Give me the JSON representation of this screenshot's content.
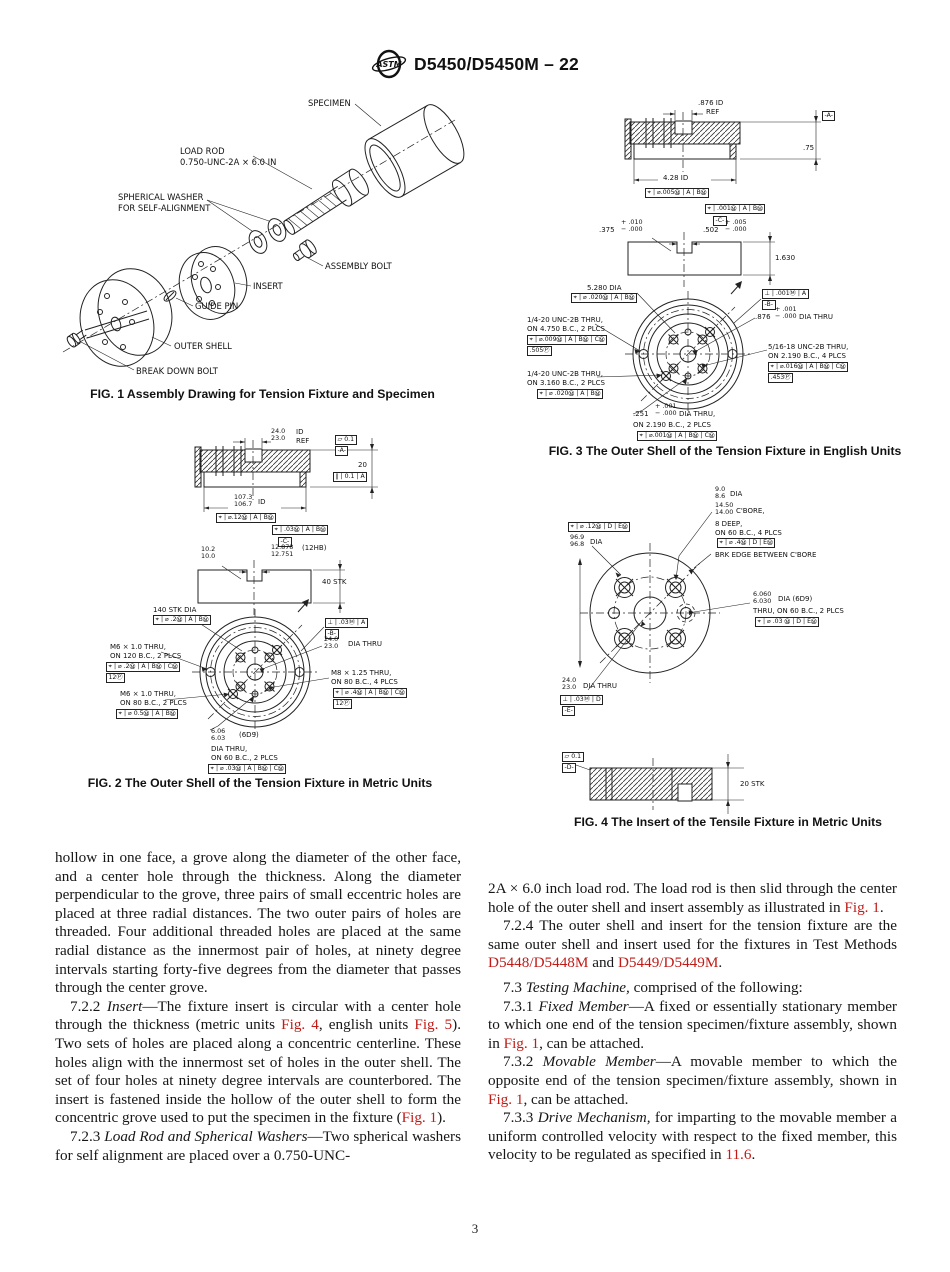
{
  "header": {
    "title": "D5450/D5450M – 22",
    "logo_text": "ASTM"
  },
  "page_number": "3",
  "fig1": {
    "caption": "FIG. 1  Assembly Drawing for Tension Fixture and Specimen",
    "labels": {
      "specimen": "SPECIMEN",
      "load_rod1": "LOAD ROD",
      "load_rod2": "0.750-UNC-2A × 6.0 IN",
      "washer1": "SPHERICAL WASHER",
      "washer2": "FOR SELF-ALIGNMENT",
      "assembly_bolt": "ASSEMBLY BOLT",
      "insert": "INSERT",
      "guide_pin": "GUIDE PIN",
      "outer_shell": "OUTER SHELL",
      "break_down_bolt": "BREAK DOWN BOLT"
    }
  },
  "fig3": {
    "caption": "FIG. 3  The Outer Shell of the Tension Fixture in English Units",
    "id_ref1": ".876 ID",
    "id_ref2": "REF",
    "datum_a": "-A-",
    "thk": ".75",
    "id428": "4.28 ID",
    "f1": "⌖ | ⌀.005Ⓜ | A | BⓂ",
    "f2": "⌖ | .001Ⓜ | A | BⓂ",
    "datum_c": "-C-",
    "d375": {
      "m": ".375",
      "t": "+ .010",
      "b": "− .000"
    },
    "d502": {
      "m": ".502",
      "t": "+ .005",
      "b": "− .000"
    },
    "h1630": "1.630",
    "dia5280": "5.280 DIA",
    "f3": "⌖ | ⌀ .020Ⓜ | A | BⓂ",
    "f4": "⊥ | .001Ⓜ | A",
    "datum_b": "-B-",
    "d876": {
      "m": ".876",
      "t": "+ .001",
      "b": "− .000",
      "suf": "DIA THRU"
    },
    "t1a": "1/4-20 UNC-2B THRU,",
    "t1b": "ON 4.750 B.C., 2 PLCS",
    "f5": "⌖ | ⌀.009Ⓜ | A | BⓂ | CⓂ",
    "f5p": ".505Ⓟ",
    "t2a": "5/16-18 UNC-2B THRU,",
    "t2b": "ON 2.190 B.C., 4 PLCS",
    "f6": "⌖ | ⌀.016Ⓜ | A | BⓂ | CⓂ",
    "f6p": ".453Ⓟ",
    "t3a": "1/4-20 UNC-2B THRU,",
    "t3b": "ON 3.160 B.C., 2 PLCS",
    "f7": "⌖ | ⌀ .020Ⓜ | A | BⓂ",
    "d251": {
      "m": ".251",
      "t": "+ .001",
      "b": "− .000",
      "suf": "DIA THRU,"
    },
    "t4b": "ON 2.190 B.C., 2 PLCS",
    "f8": "⌖ | ⌀.001Ⓜ | A | BⓂ | CⓂ"
  },
  "fig2": {
    "caption": "FIG. 2  The Outer Shell of the Tension Fixture in Metric Units",
    "idref": {
      "t": "24.0",
      "b": "23.0"
    },
    "idref_s1": "ID",
    "idref_s2": "REF",
    "flat": "▱ 0.1",
    "datum_a": "-A-",
    "thk": "20",
    "par": "∥ | 0.1 | A",
    "id2": {
      "t": "107.3",
      "b": "106.7"
    },
    "id2_s": "ID",
    "f1": "⌖ | ⌀.12Ⓜ | A | BⓂ",
    "f2": "⌖ | .03Ⓜ | A | BⓂ",
    "datum_c": "-C-",
    "groove": {
      "t": "10.2",
      "b": "10.0"
    },
    "slot": {
      "t": "12.878",
      "b": "12.751"
    },
    "slot_note": "(12HB)",
    "stk40": "40 STK",
    "stkdia": "140 STK DIA",
    "f3": "⌖ | ⌀ .2Ⓜ | A | BⓂ",
    "f4": "⊥ | .03Ⓜ | A",
    "datum_b": "-B-",
    "dthru": {
      "t": "24.0",
      "b": "23.0"
    },
    "dthru_s": "DIA THRU",
    "m6a1": "M6 × 1.0 THRU,",
    "m6a2": "ON 120 B.C., 2 PLCS",
    "f5": "⌖ | ⌀ .2Ⓜ | A | BⓂ | CⓂ",
    "f5p": "12Ⓟ",
    "m8_1": "M8 × 1.25 THRU,",
    "m8_2": "ON 80 B.C., 4 PLCS",
    "f6": "⌖ | ⌀ .4Ⓜ | A | BⓂ | CⓂ",
    "f6p": "12Ⓟ",
    "m6b1": "M6 × 1.0 THRU,",
    "m6b2": "ON 80 B.C., 2 PLCS",
    "f7": "⌖ | ⌀ 0.5Ⓜ | A | BⓂ",
    "h6": {
      "t": "6.06",
      "b": "6.03"
    },
    "h6_note": "(6D9)",
    "h6_l2": "DIA THRU,",
    "h6_l3": "ON 60 B.C., 2 PLCS",
    "f8": "⌖ | ⌀ .03Ⓜ | A | BⓂ | CⓂ"
  },
  "fig4": {
    "caption": "FIG. 4  The Insert of the Tensile Fixture in Metric Units",
    "f12": "⌖ | ⌀ .12Ⓜ | D | EⓂ",
    "d96": {
      "t": "96.9",
      "b": "96.8"
    },
    "d96_s": "DIA",
    "d9": {
      "t": "9.0",
      "b": "8.6"
    },
    "d9_s": "DIA",
    "cb": {
      "t": "14.50",
      "b": "14.00"
    },
    "cb_s": "C'BORE,",
    "deep": "8 DEEP,",
    "bc": "ON 60 B.C., 4 PLCS",
    "f4c": "⌖ | ⌀ .4Ⓜ | D | EⓂ",
    "brk": "BRK EDGE BETWEEN C'BORE",
    "d6": {
      "t": "6.060",
      "b": "6.030"
    },
    "d6_s": "DIA (6D9)",
    "d6_l2": "THRU, ON 60 B.C., 2 PLCS",
    "f03": "⌖ | ⌀ .03 Ⓜ | D | EⓂ",
    "d24": {
      "t": "24.0",
      "b": "23.0"
    },
    "d24_s": "DIA THRU",
    "fperp": "⊥ | .03Ⓜ | D",
    "datum_e": "-E-",
    "flat": "▱ 0.1",
    "datum_d": "-D-",
    "stk20": "20 STK"
  },
  "body": {
    "left": [
      {
        "indent": false,
        "gap": false,
        "segments": [
          {
            "t": "hollow in one face, a grove along the diameter of the other face, and a center hole through the thickness. Along the diameter perpendicular to the grove, three pairs of small eccentric holes are placed at three radial distances. The two outer pairs of holes are threaded. Four additional threaded holes are placed at the same radial distance as the innermost pair of holes, at ninety degree intervals starting forty-five degrees from the diameter that passes through the center grove.",
            "s": "p"
          }
        ]
      },
      {
        "indent": true,
        "gap": false,
        "segments": [
          {
            "t": "7.2.2 ",
            "s": "p"
          },
          {
            "t": "Insert",
            "s": "i"
          },
          {
            "t": "—The fixture insert is circular with a center hole through the thickness (metric units ",
            "s": "p"
          },
          {
            "t": "Fig. 4",
            "s": "l"
          },
          {
            "t": ", english units ",
            "s": "p"
          },
          {
            "t": "Fig. 5",
            "s": "l"
          },
          {
            "t": "). Two sets of holes are placed along a concentric centerline. These holes align with the innermost set of holes in the outer shell. The set of four holes at ninety degree intervals are counterbored. The insert is fastened inside the hollow of the outer shell to form the concentric grove used to put the specimen in the fixture (",
            "s": "p"
          },
          {
            "t": "Fig. 1",
            "s": "l"
          },
          {
            "t": ").",
            "s": "p"
          }
        ]
      },
      {
        "indent": true,
        "gap": false,
        "segments": [
          {
            "t": "7.2.3 ",
            "s": "p"
          },
          {
            "t": "Load Rod and Spherical Washers",
            "s": "i"
          },
          {
            "t": "—Two spherical washers for self alignment are placed over a 0.750-UNC-",
            "s": "p"
          }
        ]
      }
    ],
    "right": [
      {
        "indent": false,
        "gap": false,
        "segments": [
          {
            "t": "2A × 6.0 inch load rod. The load rod is then slid through the center hole of the outer shell and insert assembly as illustrated in ",
            "s": "p"
          },
          {
            "t": "Fig. 1",
            "s": "l"
          },
          {
            "t": ".",
            "s": "p"
          }
        ]
      },
      {
        "indent": true,
        "gap": false,
        "segments": [
          {
            "t": "7.2.4  The outer shell and insert for the tension fixture are the same outer shell and insert used for the fixtures in Test Methods ",
            "s": "p"
          },
          {
            "t": "D5448/D5448M",
            "s": "l"
          },
          {
            "t": " and ",
            "s": "p"
          },
          {
            "t": "D5449/D5449M",
            "s": "l"
          },
          {
            "t": ".",
            "s": "p"
          }
        ]
      },
      {
        "indent": true,
        "gap": true,
        "segments": [
          {
            "t": "7.3 ",
            "s": "p"
          },
          {
            "t": "Testing Machine,",
            "s": "i"
          },
          {
            "t": " comprised of the following:",
            "s": "p"
          }
        ]
      },
      {
        "indent": true,
        "gap": false,
        "segments": [
          {
            "t": "7.3.1 ",
            "s": "p"
          },
          {
            "t": "Fixed Member",
            "s": "i"
          },
          {
            "t": "—A fixed or essentially stationary member to which one end of the tension specimen/fixture assembly, shown in ",
            "s": "p"
          },
          {
            "t": "Fig. 1",
            "s": "l"
          },
          {
            "t": ", can be attached.",
            "s": "p"
          }
        ]
      },
      {
        "indent": true,
        "gap": false,
        "segments": [
          {
            "t": "7.3.2 ",
            "s": "p"
          },
          {
            "t": "Movable Member",
            "s": "i"
          },
          {
            "t": "—A movable member to which the opposite end of the tension specimen/fixture assembly, shown in ",
            "s": "p"
          },
          {
            "t": "Fig. 1",
            "s": "l"
          },
          {
            "t": ", can be attached.",
            "s": "p"
          }
        ]
      },
      {
        "indent": true,
        "gap": false,
        "segments": [
          {
            "t": "7.3.3 ",
            "s": "p"
          },
          {
            "t": "Drive Mechanism,",
            "s": "i"
          },
          {
            "t": " for imparting to the movable member a uniform controlled velocity with respect to the fixed member, this velocity to be regulated as specified in ",
            "s": "p"
          },
          {
            "t": "11.6",
            "s": "l"
          },
          {
            "t": ".",
            "s": "p"
          }
        ]
      }
    ]
  }
}
